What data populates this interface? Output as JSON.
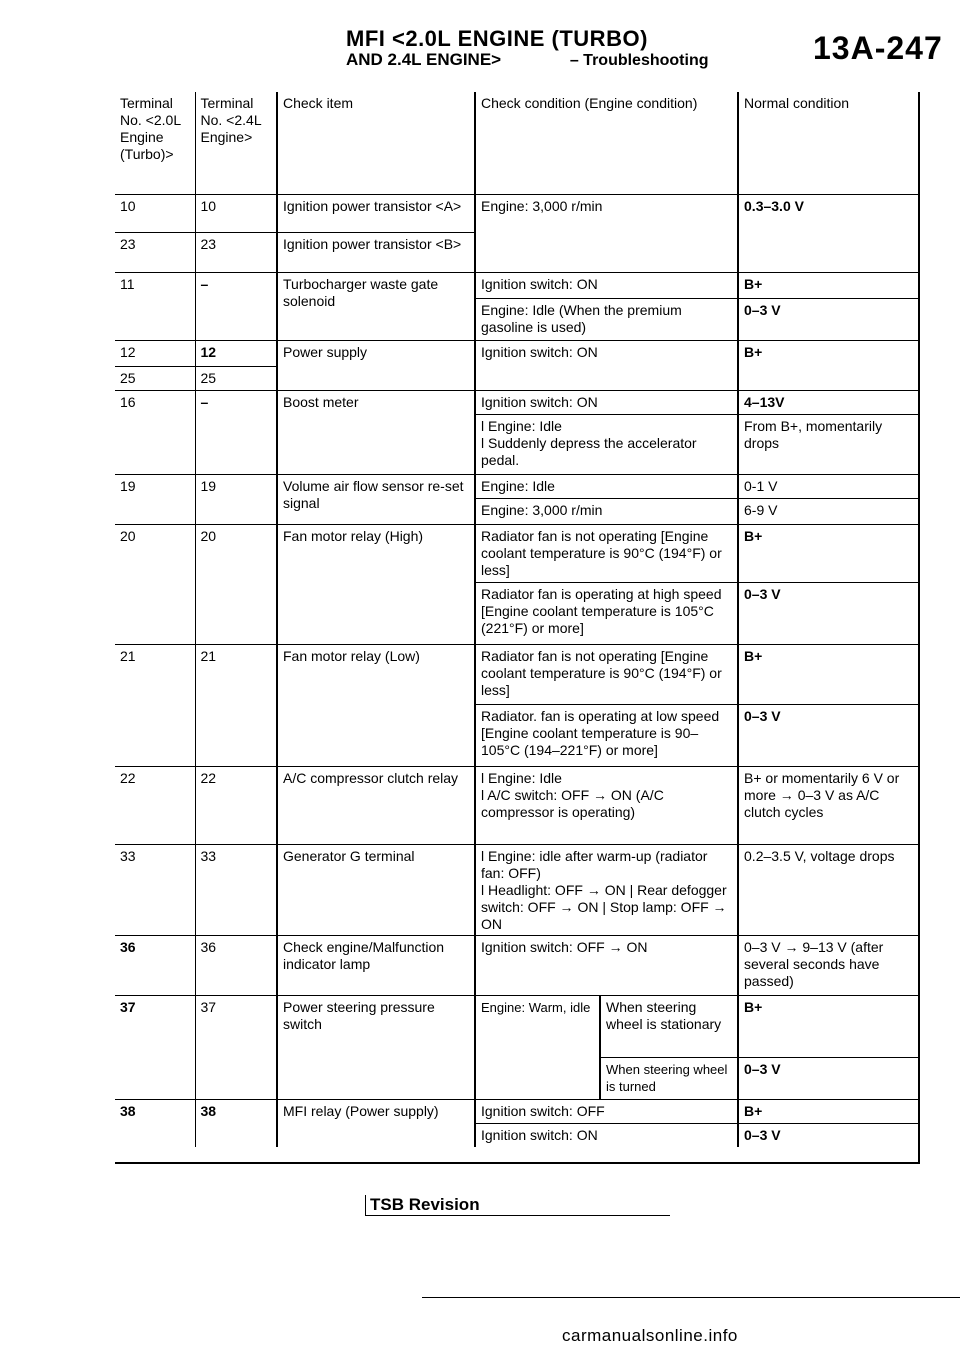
{
  "header": {
    "line1": "MFI <2.0L ENGINE (TURBO)",
    "line2": "AND 2.4L ENGINE>",
    "section": "– Troubleshooting",
    "page_number": "13A-247"
  },
  "table": {
    "columns": {
      "terminal_20": "Terminal No. <2.0L Engine (Turbo)>",
      "terminal_24": "Terminal No. <2.4L Engine>",
      "check_item": "Check item",
      "check_condition": "Check condition (Engine condition)",
      "normal_condition": "Normal condition"
    },
    "rows": [
      {
        "t1": "10",
        "t2": "10",
        "item": "Ignition power transistor <A>",
        "cond": "Engine: 3,000 r/min",
        "cond2": "",
        "normal": "0.3–3.0 V"
      },
      {
        "t1": "23",
        "t2": "23",
        "item": "Ignition power transistor <B>",
        "cond": "",
        "cond2": "",
        "normal": ""
      },
      {
        "t1": "11",
        "t2": "–",
        "item": "Turbocharger waste gate solenoid",
        "cond": "Ignition switch: ON",
        "cond2": "",
        "normal": "B+"
      },
      {
        "t1": "",
        "t2": "",
        "item": "",
        "cond": "Engine: Idle (When the premium gasoline is used)",
        "cond2": "",
        "normal": "0–3 V"
      },
      {
        "t1": "12",
        "t2": "12",
        "item": "Power supply",
        "cond": "Ignition switch: ON",
        "cond2": "",
        "normal": "B+"
      },
      {
        "t1": "25",
        "t2": "25",
        "item": "",
        "cond": "",
        "cond2": "",
        "normal": ""
      },
      {
        "t1": "16",
        "t2": "–",
        "item": "Boost meter",
        "cond": "Ignition switch: ON",
        "cond2": "",
        "normal": "4–13V"
      },
      {
        "t1": "",
        "t2": "",
        "item": "",
        "cond": "Engine: Idle",
        "cond2": "Suddenly depress the accelerator pedal.",
        "normal": "From B+, momentarily drops"
      },
      {
        "t1": "19",
        "t2": "19",
        "item": "Volume air flow sensor re-set signal",
        "cond": "Engine: Idle",
        "cond2": "",
        "normal": "0-1 V"
      },
      {
        "t1": "",
        "t2": "",
        "item": "",
        "cond": "Engine: 3,000 r/min",
        "cond2": "",
        "normal": "6-9 V"
      },
      {
        "t1": "20",
        "t2": "20",
        "item": "Fan motor relay (High)",
        "cond": "Radiator fan is not operating [Engine coolant temperature is 90°C (194°F) or less]",
        "cond2": "",
        "normal": "B+"
      },
      {
        "t1": "",
        "t2": "",
        "item": "",
        "cond": "Radiator fan is operating at high speed [Engine coolant temperature is 105°C (221°F) or more]",
        "cond2": "",
        "normal": "0–3 V"
      },
      {
        "t1": "21",
        "t2": "21",
        "item": "Fan motor relay (Low)",
        "cond": "Radiator fan is not operating [Engine coolant temperature is 90°C (194°F) or less]",
        "cond2": "",
        "normal": "B+"
      },
      {
        "t1": "",
        "t2": "",
        "item": "",
        "cond": "Radiator. fan is operating at low speed [Engine coolant temperature is 90–105°C (194–221°F) or more]",
        "cond2": "",
        "normal": "0–3 V"
      },
      {
        "t1": "22",
        "t2": "22",
        "item": "A/C compressor clutch relay",
        "cond": "Engine: Idle",
        "cond2": "A/C switch: OFF → ON (A/C compressor is operating)",
        "normal": "B+ or momentarily 6 V or more → 0–3 V as A/C clutch cycles"
      },
      {
        "t1": "33",
        "t2": "33",
        "item": "Generator G terminal",
        "cond": "Engine: idle after warm-up (radiator fan: OFF)",
        "cond2": "Headlight: OFF → ON | Rear defogger switch: OFF → ON | Stop lamp: OFF → ON",
        "normal": "0.2–3.5 V, voltage drops"
      },
      {
        "t1": "36",
        "t2": "36",
        "item": "Check engine/Malfunction indicator lamp",
        "cond": "Ignition switch: OFF → ON",
        "cond2": "",
        "normal": "0–3 V → 9–13 V (after several seconds have passed)"
      },
      {
        "t1": "37",
        "t2": "37",
        "item": "Power steering pressure switch",
        "cond": "Engine: Warm, idle",
        "cond2": "When steering wheel is stationary",
        "normal": "B+"
      },
      {
        "t1": "",
        "t2": "",
        "item": "",
        "cond": "",
        "cond2": "When steering wheel is turned",
        "normal": "0–3 V"
      },
      {
        "t1": "38",
        "t2": "38",
        "item": "MFI relay (Power supply)",
        "cond": "Ignition switch: OFF",
        "cond2": "",
        "normal": "B+"
      },
      {
        "t1": "",
        "t2": "",
        "item": "",
        "cond": "Ignition switch: ON",
        "cond2": "",
        "normal": "0–3 V"
      }
    ]
  },
  "footer": {
    "tsb": "TSB Revision",
    "watermark": "carmanualsonline.info"
  }
}
